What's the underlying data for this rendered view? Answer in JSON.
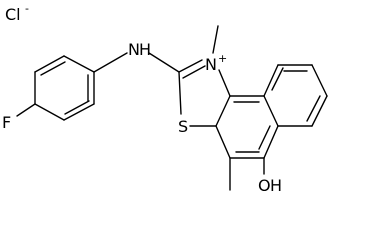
{
  "molecule": {
    "counterion": {
      "element": "Cl",
      "charge": "-"
    },
    "atoms": {
      "amine_n": "N",
      "amine_h": "H",
      "ring_n": "N",
      "ring_n_charge": "+",
      "sulfur": "S",
      "fluorine": "F",
      "hydroxyl_o": "O",
      "hydroxyl_h": "H"
    }
  }
}
